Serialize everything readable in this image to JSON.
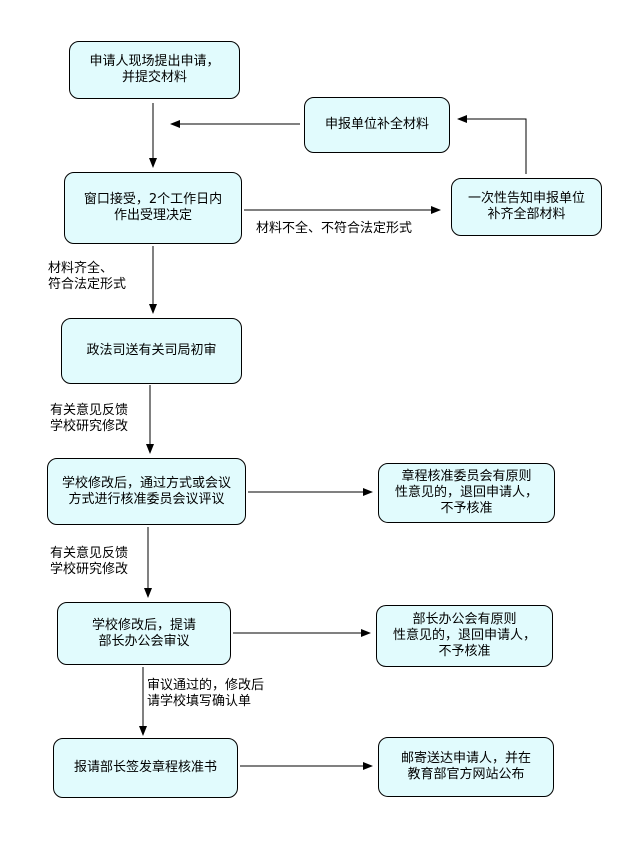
{
  "nodes": {
    "apply": [
      "申请人现场提出申请，",
      "并提交材料"
    ],
    "supplement": [
      "申报单位补全材料"
    ],
    "window": [
      "窗口接受，2个工作日内",
      "作出受理决定"
    ],
    "notify": [
      "一次性告知申报单位",
      "补齐全部材料"
    ],
    "review": [
      "政法司送有关司局初审"
    ],
    "revise1": [
      "学校修改后，通过方式或会议",
      "方式进行核准委员会议评议"
    ],
    "reject1": [
      "章程核准委员会有原则",
      "性意见的，退回申请人，",
      "不予核准"
    ],
    "revise2": [
      "学校修改后，提请",
      "部长办公会审议"
    ],
    "reject2": [
      "部长办公会有原则",
      "性意见的，退回申请人，",
      "不予核准"
    ],
    "sign": [
      "报请部长签发章程核准书"
    ],
    "publish": [
      "邮寄送达申请人，并在",
      "教育部官方网站公布"
    ]
  },
  "labels": {
    "incomplete": [
      "材料不全、不符合法定形式"
    ],
    "complete": [
      "材料齐全、",
      "符合法定形式"
    ],
    "feedback1": [
      "有关意见反馈",
      "学校研究修改"
    ],
    "feedback2": [
      "有关意见反馈",
      "学校研究修改"
    ],
    "approved": [
      "审议通过的，修改后",
      "请学校填写确认单"
    ]
  },
  "colors": {
    "node_fill": "#e1fbfd",
    "stroke": "#000000"
  }
}
